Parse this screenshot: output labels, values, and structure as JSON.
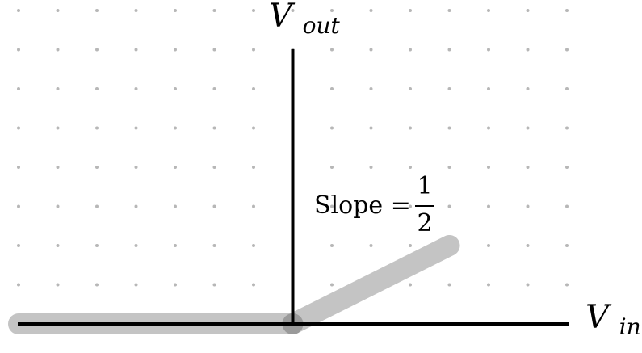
{
  "chart_data": {
    "type": "line",
    "title": "",
    "xlabel": {
      "base": "V",
      "sub": "in"
    },
    "ylabel": {
      "base": "V",
      "sub": "out"
    },
    "x_range": [
      -7,
      7
    ],
    "y_range": [
      0,
      7
    ],
    "grid": "dots",
    "series": [
      {
        "points": [
          {
            "x": -7,
            "y": 0
          },
          {
            "x": 0,
            "y": 0
          },
          {
            "x": 4,
            "y": 2
          }
        ]
      }
    ],
    "annotations": [
      {
        "text": "Slope =",
        "fraction": {
          "numerator": "1",
          "denominator": "2"
        }
      }
    ]
  },
  "colors": {
    "axis": "#000000",
    "curve": "#c4c4c4",
    "origin_dot": "#9a9a9a",
    "grid_dot": "#b7b7b7",
    "background": "#ffffff"
  }
}
